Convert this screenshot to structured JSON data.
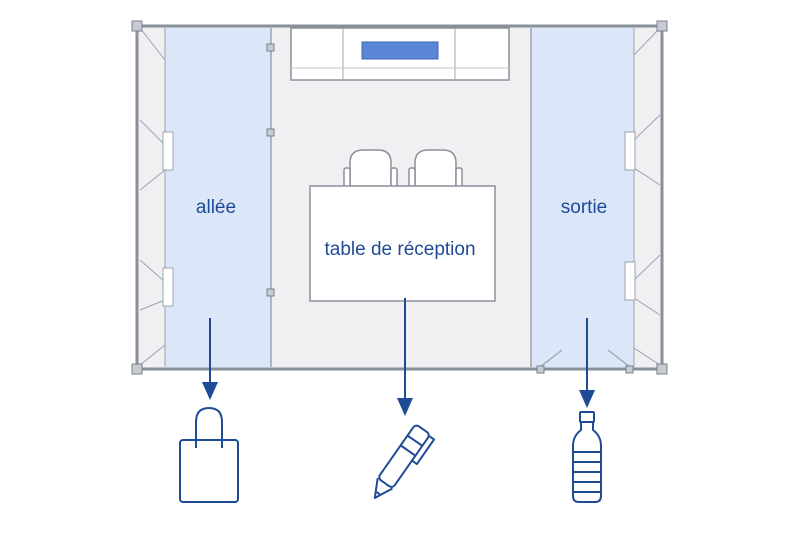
{
  "labels": {
    "aisle": "allée",
    "exit": "sortie",
    "reception_table": "table de réception"
  },
  "icons": {
    "aisle_item": "tote-bag-icon",
    "table_item": "pen-icon",
    "exit_item": "water-bottle-icon"
  },
  "colors": {
    "accent": "#1f4a96",
    "zone_fill": "#dbe6f8",
    "floor": "#f0f0f2",
    "wall": "#8a909a",
    "monitor": "#5b86d6"
  }
}
